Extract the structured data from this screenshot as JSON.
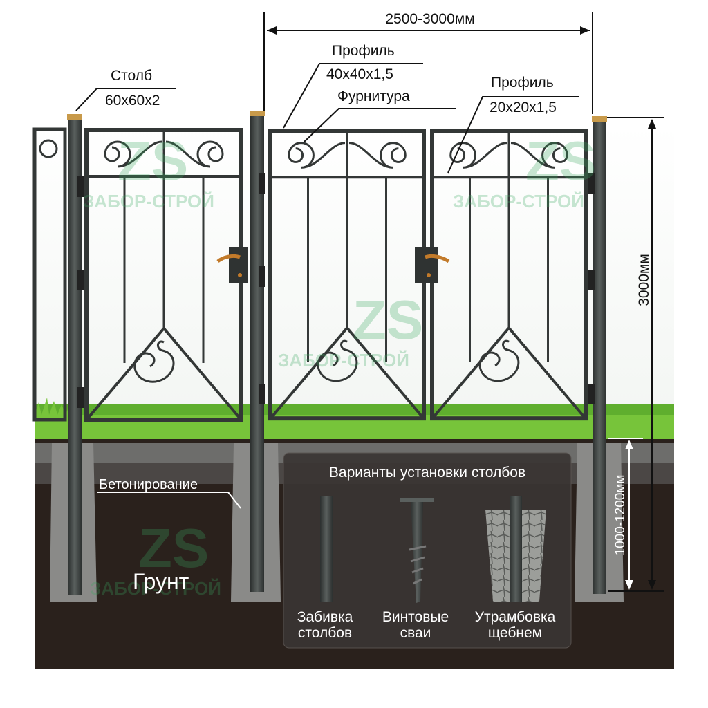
{
  "dimensions": {
    "width_span": "2500-3000мм",
    "height_total": "3000мм",
    "depth": "1000-1200мм"
  },
  "labels": {
    "post_title": "Столб",
    "post_size": "60х60х2",
    "profile_main_title": "Профиль",
    "profile_main_size": "40х40х1,5",
    "fittings": "Фурнитура",
    "profile_small_title": "Профиль",
    "profile_small_size": "20х20х1,5",
    "concreting": "Бетонирование",
    "soil": "Грунт"
  },
  "install_box": {
    "title": "Варианты установки столбов",
    "options": [
      {
        "line1": "Забивка",
        "line2": "столбов"
      },
      {
        "line1": "Винтовые",
        "line2": "сваи"
      },
      {
        "line1": "Утрамбовка",
        "line2": "щебнем"
      }
    ]
  },
  "watermark": {
    "logo": "ZS",
    "brand": "ЗАБОР-СТРОЙ"
  },
  "colors": {
    "metal": "#3b3f3e",
    "grass": "#5fae2e",
    "soil": "#2a211c",
    "concrete": "#8a8a88",
    "watermark": "#3aa860"
  }
}
